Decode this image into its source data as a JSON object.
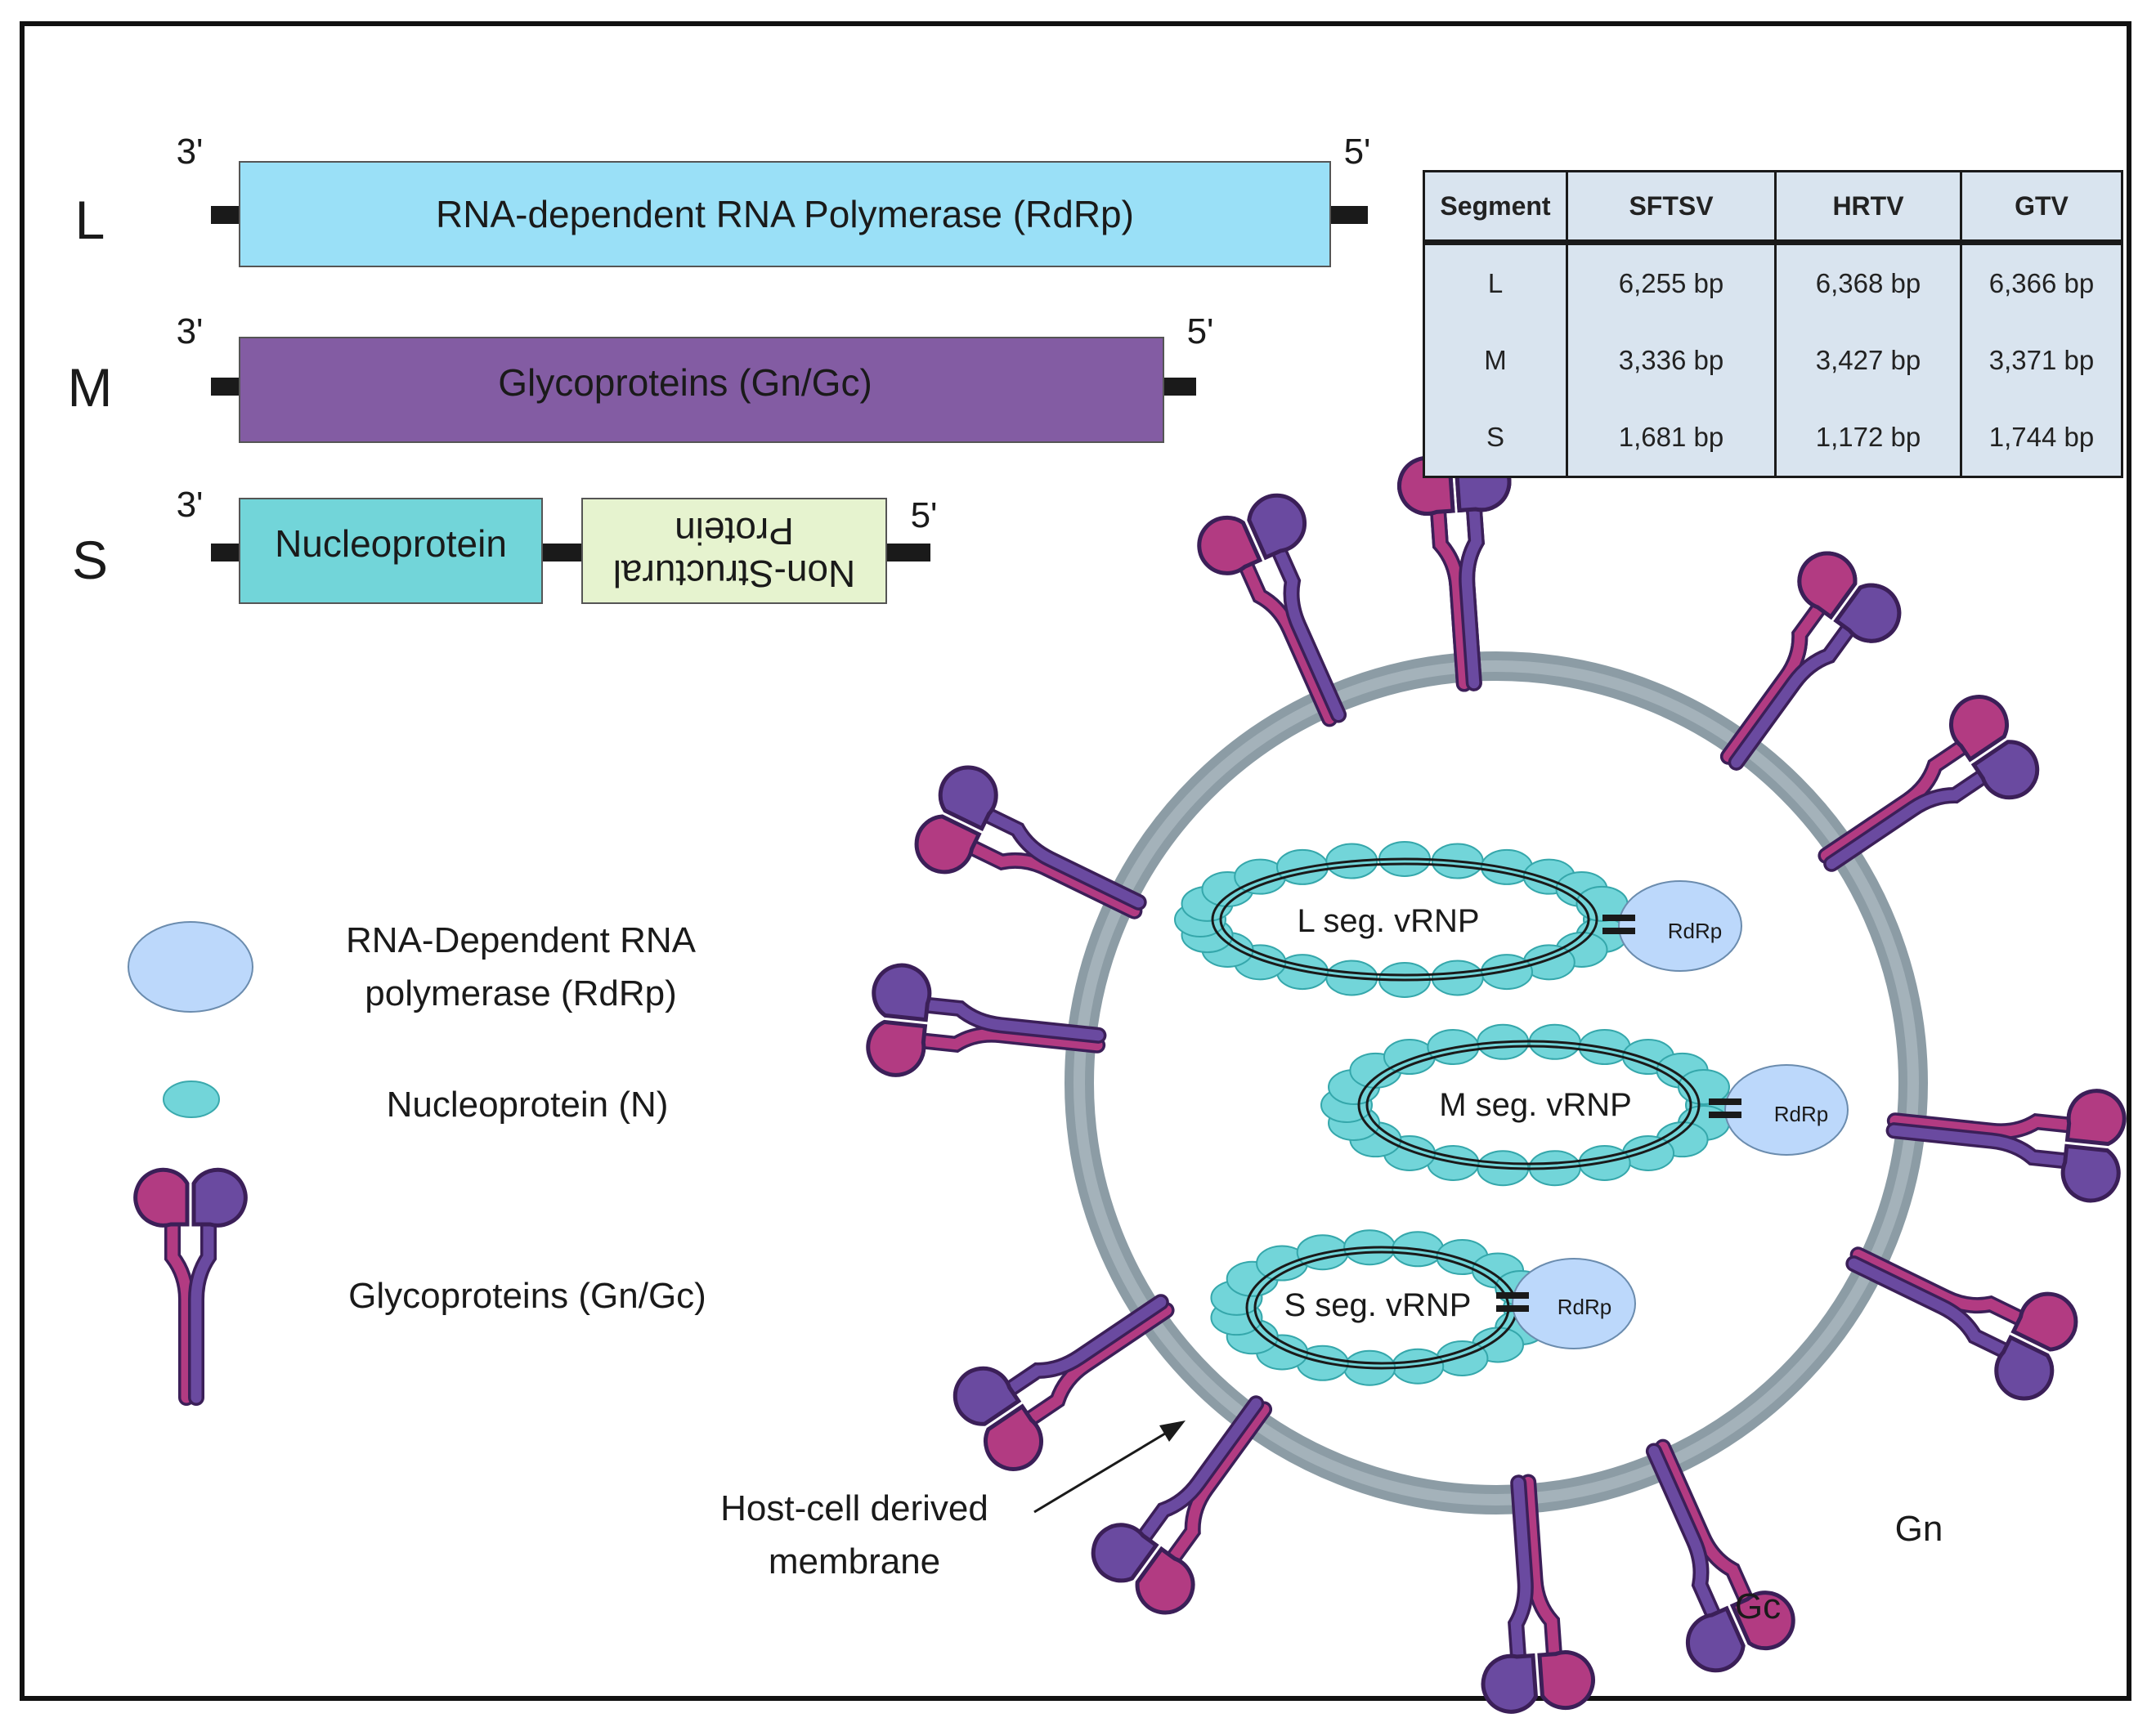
{
  "segments": [
    {
      "letter": "L",
      "end3": "3'",
      "end5": "5'",
      "genes": [
        "RNA-dependent RNA Polymerase (RdRp)"
      ]
    },
    {
      "letter": "M",
      "end3": "3'",
      "end5": "5'",
      "genes": [
        "Glycoproteins (Gn/Gc)"
      ]
    },
    {
      "letter": "S",
      "end3": "3'",
      "end5": "5'",
      "genes": [
        "Nucleoprotein",
        "Non-Structural",
        "Protein"
      ]
    }
  ],
  "table": {
    "headers": [
      "Segment",
      "SFTSV",
      "HRTV",
      "GTV"
    ],
    "rows": [
      [
        "L",
        "6,255 bp",
        "6,368 bp",
        "6,366 bp"
      ],
      [
        "M",
        "3,336 bp",
        "3,427 bp",
        "3,371 bp"
      ],
      [
        "S",
        "1,681 bp",
        "1,172 bp",
        "1,744 bp"
      ]
    ]
  },
  "legend": {
    "rdrp_line1": "RNA-Dependent RNA",
    "rdrp_line2": "polymerase (RdRp)",
    "nucleoprotein": "Nucleoprotein (N)",
    "glycoproteins": "Glycoproteins (Gn/Gc)"
  },
  "virion": {
    "rnp_labels": [
      "L seg. vRNP",
      "M seg. vRNP",
      "S seg. vRNP"
    ],
    "rdrp_label": "RdRp",
    "membrane_line1": "Host-cell derived",
    "membrane_line2": "membrane",
    "gn": "Gn",
    "gc": "Gc"
  },
  "colors": {
    "l_gene": "#9ae0f7",
    "m_gene": "#835ca3",
    "n_gene": "#72d5d9",
    "ns_gene": "#e6f3cf",
    "rdrp": "#bcd8fb",
    "membrane": "#8c9ca5",
    "gn": "#b23b82",
    "gc": "#6a4aa0",
    "table_bg": "#d9e4ef"
  }
}
